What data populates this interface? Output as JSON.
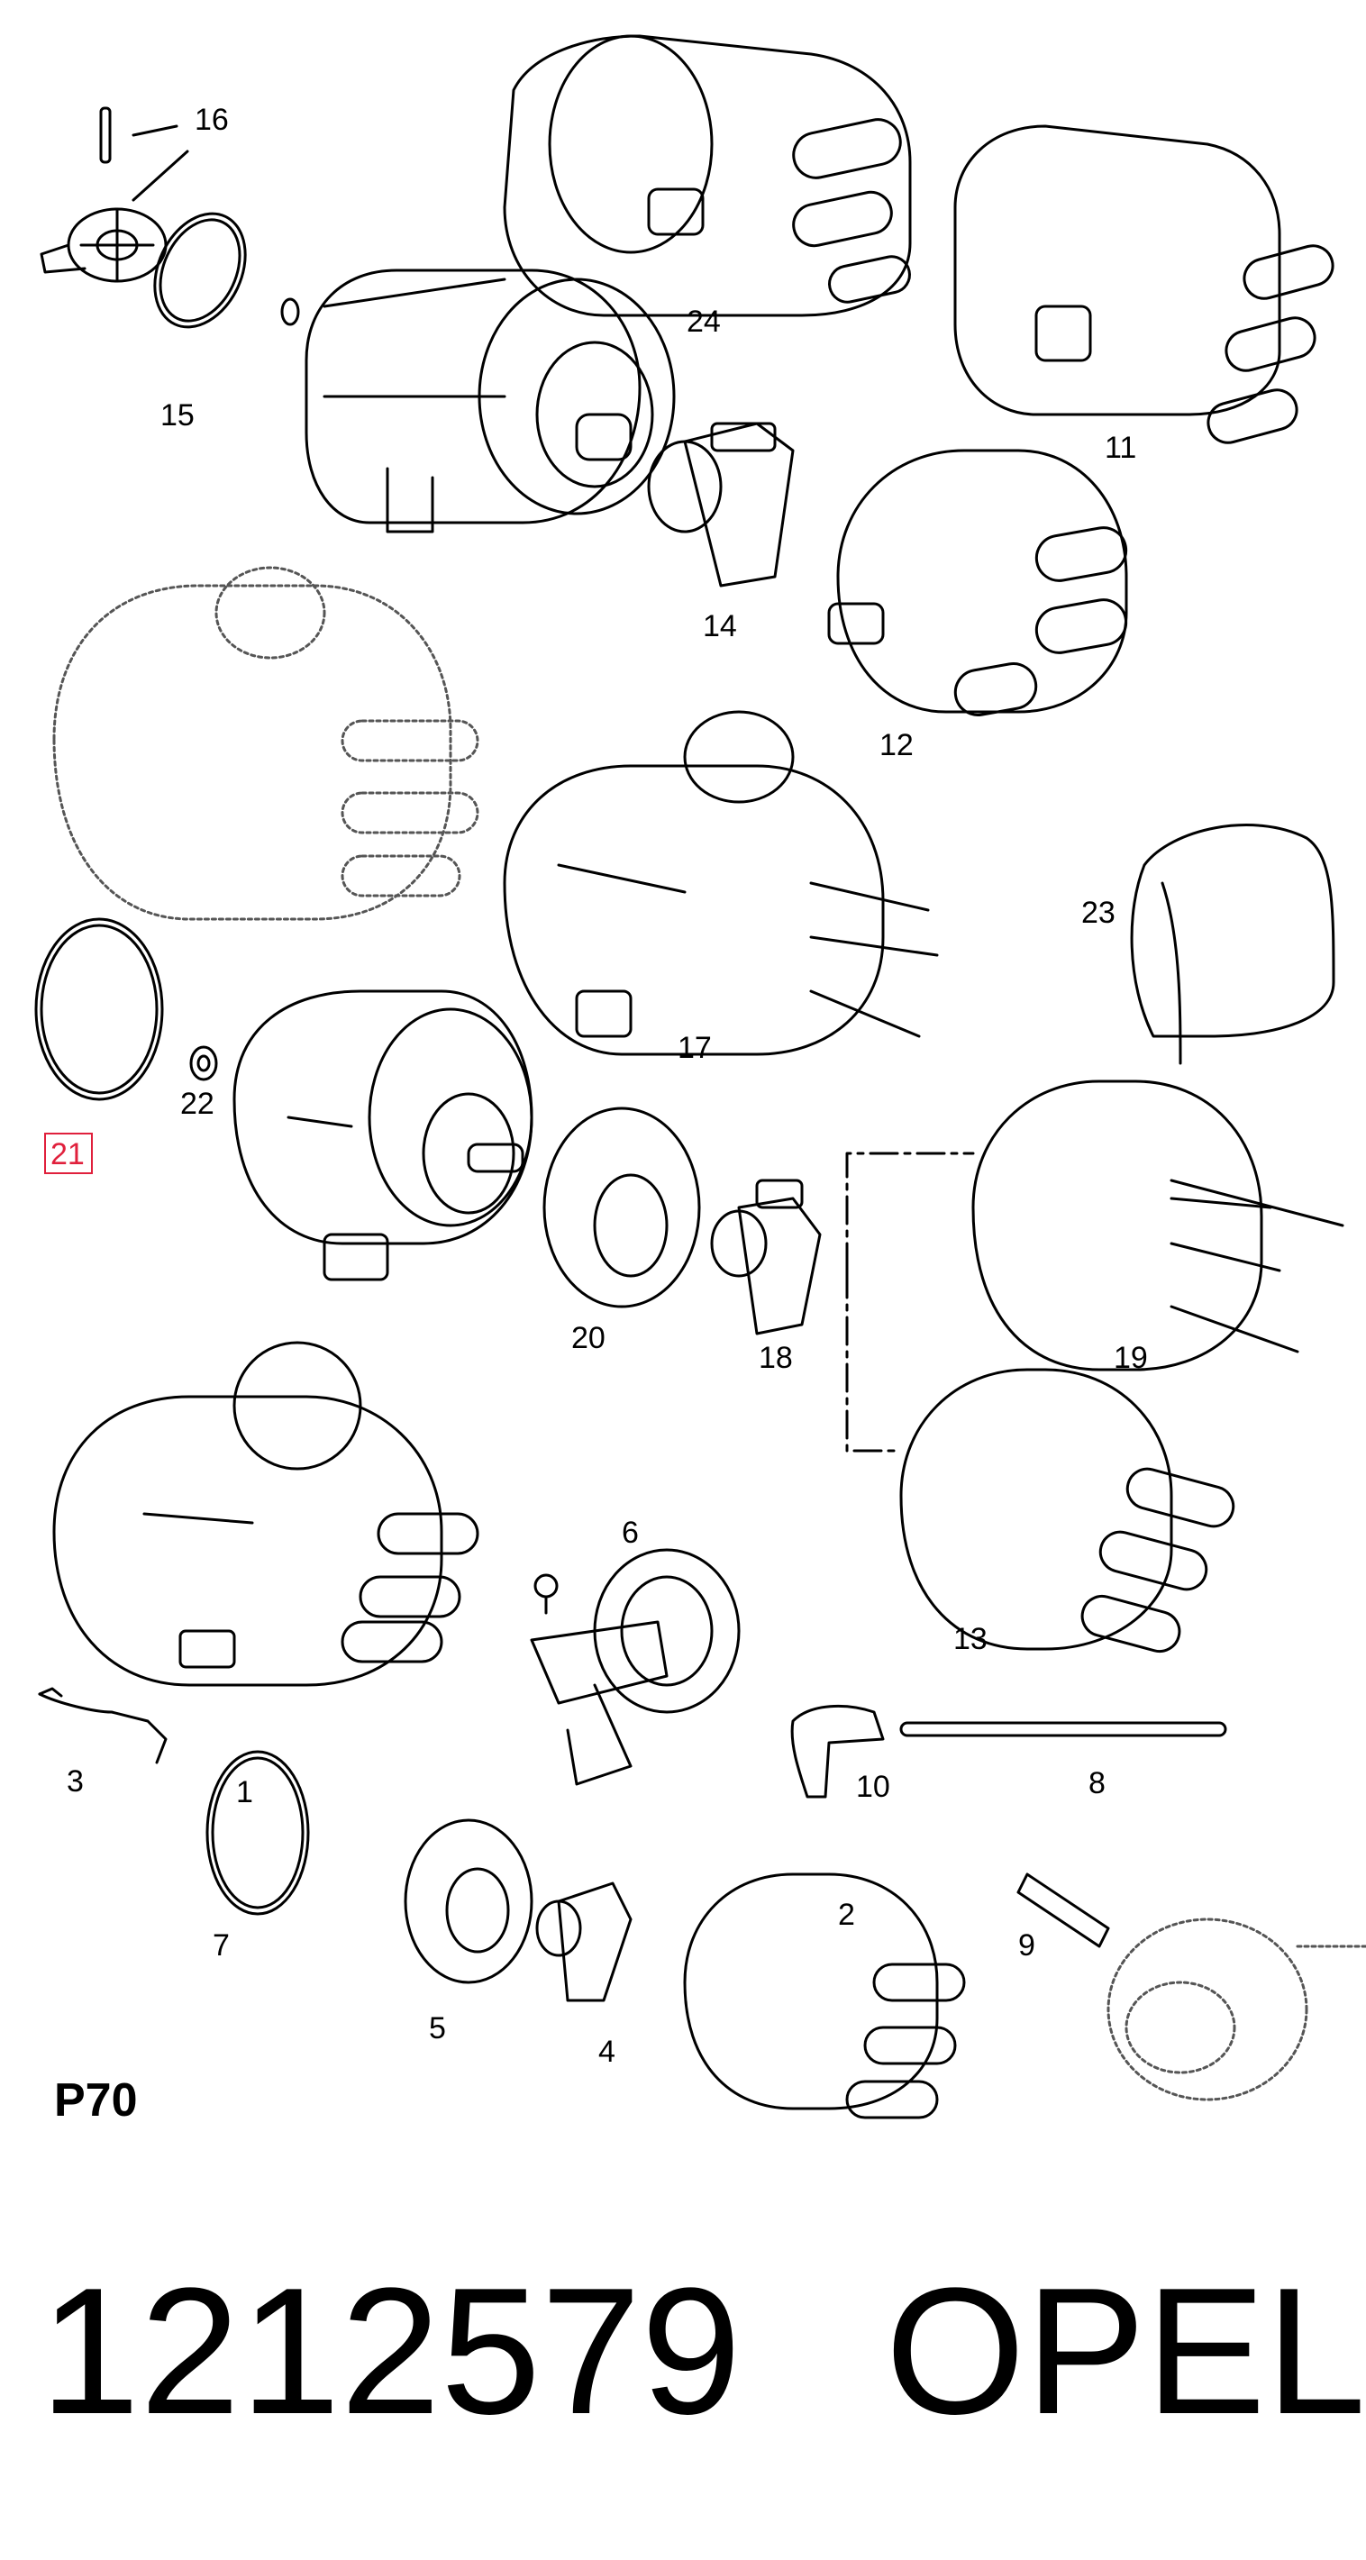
{
  "diagram": {
    "sheet_code": "P70",
    "highlighted_callout": "21",
    "highlight_color": "#e0203c",
    "callouts": [
      "1",
      "2",
      "3",
      "4",
      "5",
      "6",
      "7",
      "8",
      "9",
      "10",
      "11",
      "12",
      "13",
      "14",
      "15",
      "16",
      "17",
      "18",
      "19",
      "20",
      "21",
      "22",
      "23",
      "24"
    ],
    "parts": [
      "distributor-1",
      "distributor-cap-2",
      "clip-3",
      "rotor-4",
      "dust-shield-5",
      "vacuum-unit-6",
      "seal-ring-7",
      "hose-8",
      "hose-9",
      "elbow-10",
      "distributor-cap-11",
      "distributor-cap-12",
      "distributor-cap-13",
      "rotor-14",
      "seal-ring-15",
      "pin-16",
      "distributor-17",
      "rotor-18",
      "distributor-cap-19",
      "dust-shield-20",
      "seal-ring-21",
      "washer-22",
      "cover-23",
      "distributor-24"
    ]
  },
  "footer": {
    "part_number": "1212579",
    "brand": "OPEL"
  }
}
